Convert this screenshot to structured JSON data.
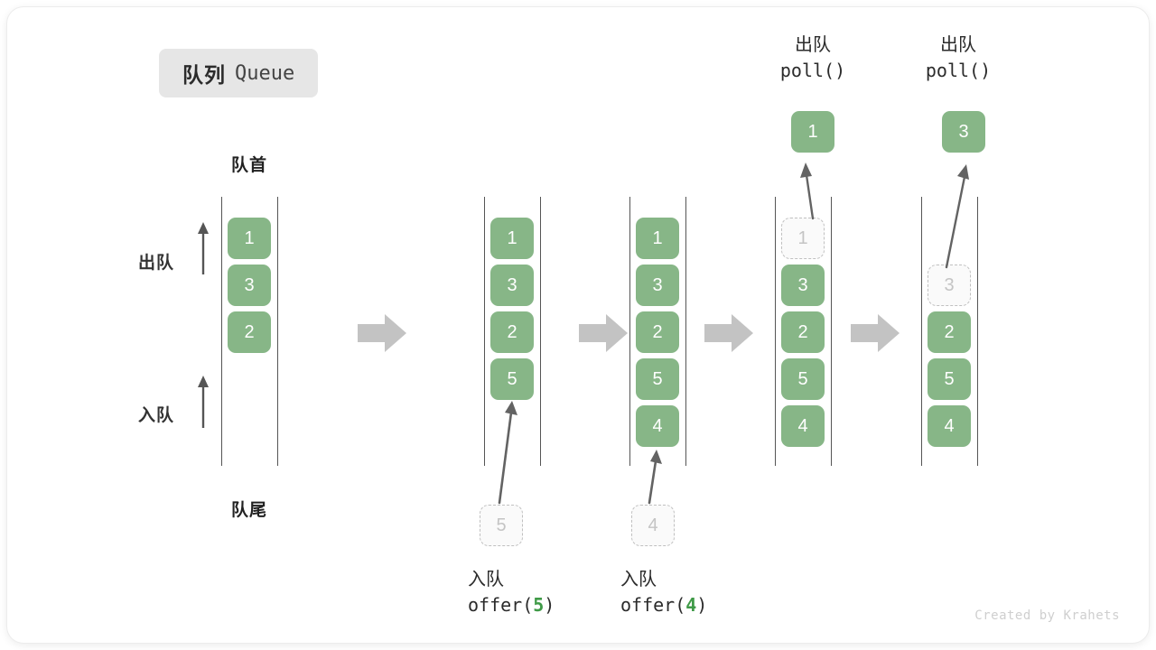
{
  "title": {
    "cn": "队列",
    "en": "Queue"
  },
  "captions": {
    "head": "队首",
    "tail": "队尾",
    "dequeue_side": "出队",
    "enqueue_side": "入队"
  },
  "colors": {
    "cell_green": "#87b687",
    "ghost_border": "#c0c0c0",
    "ghost_text": "#c4c4c4",
    "rail": "#555555",
    "arrow_gray": "#c3c3c3",
    "badge_bg": "#e6e6e6",
    "code_arg_green": "#3f9a47"
  },
  "columns": [
    {
      "name": "initial-queue",
      "cells": [
        {
          "value": "1",
          "state": "filled"
        },
        {
          "value": "3",
          "state": "filled"
        },
        {
          "value": "2",
          "state": "filled"
        }
      ]
    },
    {
      "name": "after-offer-5",
      "cells": [
        {
          "value": "1",
          "state": "filled"
        },
        {
          "value": "3",
          "state": "filled"
        },
        {
          "value": "2",
          "state": "filled"
        },
        {
          "value": "5",
          "state": "filled"
        }
      ]
    },
    {
      "name": "after-offer-4",
      "cells": [
        {
          "value": "1",
          "state": "filled"
        },
        {
          "value": "3",
          "state": "filled"
        },
        {
          "value": "2",
          "state": "filled"
        },
        {
          "value": "5",
          "state": "filled"
        },
        {
          "value": "4",
          "state": "filled"
        }
      ]
    },
    {
      "name": "poll-1",
      "cells": [
        {
          "value": "1",
          "state": "ghost"
        },
        {
          "value": "3",
          "state": "filled"
        },
        {
          "value": "2",
          "state": "filled"
        },
        {
          "value": "5",
          "state": "filled"
        },
        {
          "value": "4",
          "state": "filled"
        }
      ]
    },
    {
      "name": "poll-3",
      "cells": [
        {
          "value": "",
          "state": "empty"
        },
        {
          "value": "3",
          "state": "ghost"
        },
        {
          "value": "2",
          "state": "filled"
        },
        {
          "value": "5",
          "state": "filled"
        },
        {
          "value": "4",
          "state": "filled"
        }
      ]
    }
  ],
  "operations": {
    "offer_5": {
      "ghost_value": "5",
      "label_cn": "入队",
      "code_prefix": "offer(",
      "code_arg": "5",
      "code_suffix": ")"
    },
    "offer_4": {
      "ghost_value": "4",
      "label_cn": "入队",
      "code_prefix": "offer(",
      "code_arg": "4",
      "code_suffix": ")"
    },
    "poll_1": {
      "label_cn": "出队",
      "code": "poll()",
      "popped_value": "1"
    },
    "poll_3": {
      "label_cn": "出队",
      "code": "poll()",
      "popped_value": "3"
    }
  },
  "watermark": "Created by Krahets"
}
